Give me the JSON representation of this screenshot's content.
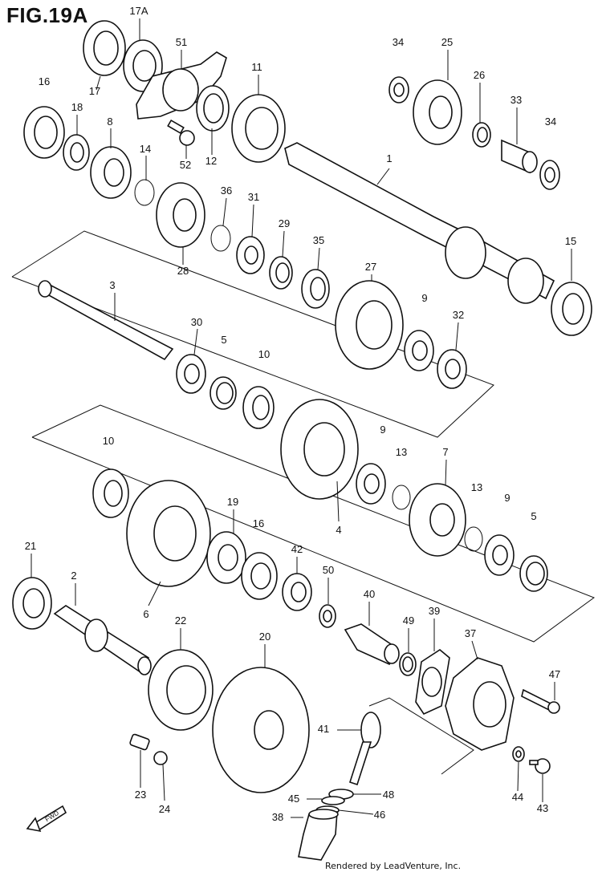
{
  "figure_title": "FIG.19A",
  "footer": "Rendered by LeadVenture, Inc.",
  "fwd_badge": "FWD",
  "callouts": [
    "1",
    "2",
    "3",
    "4",
    "5",
    "6",
    "7",
    "8",
    "9",
    "10",
    "11",
    "12",
    "13",
    "14",
    "15",
    "16",
    "17",
    "17A",
    "18",
    "19",
    "20",
    "21",
    "22",
    "23",
    "24",
    "25",
    "26",
    "27",
    "28",
    "29",
    "30",
    "31",
    "32",
    "33",
    "34",
    "35",
    "36",
    "37",
    "38",
    "39",
    "40",
    "41",
    "42",
    "43",
    "44",
    "45",
    "46",
    "47",
    "48",
    "49",
    "50",
    "51",
    "52"
  ]
}
